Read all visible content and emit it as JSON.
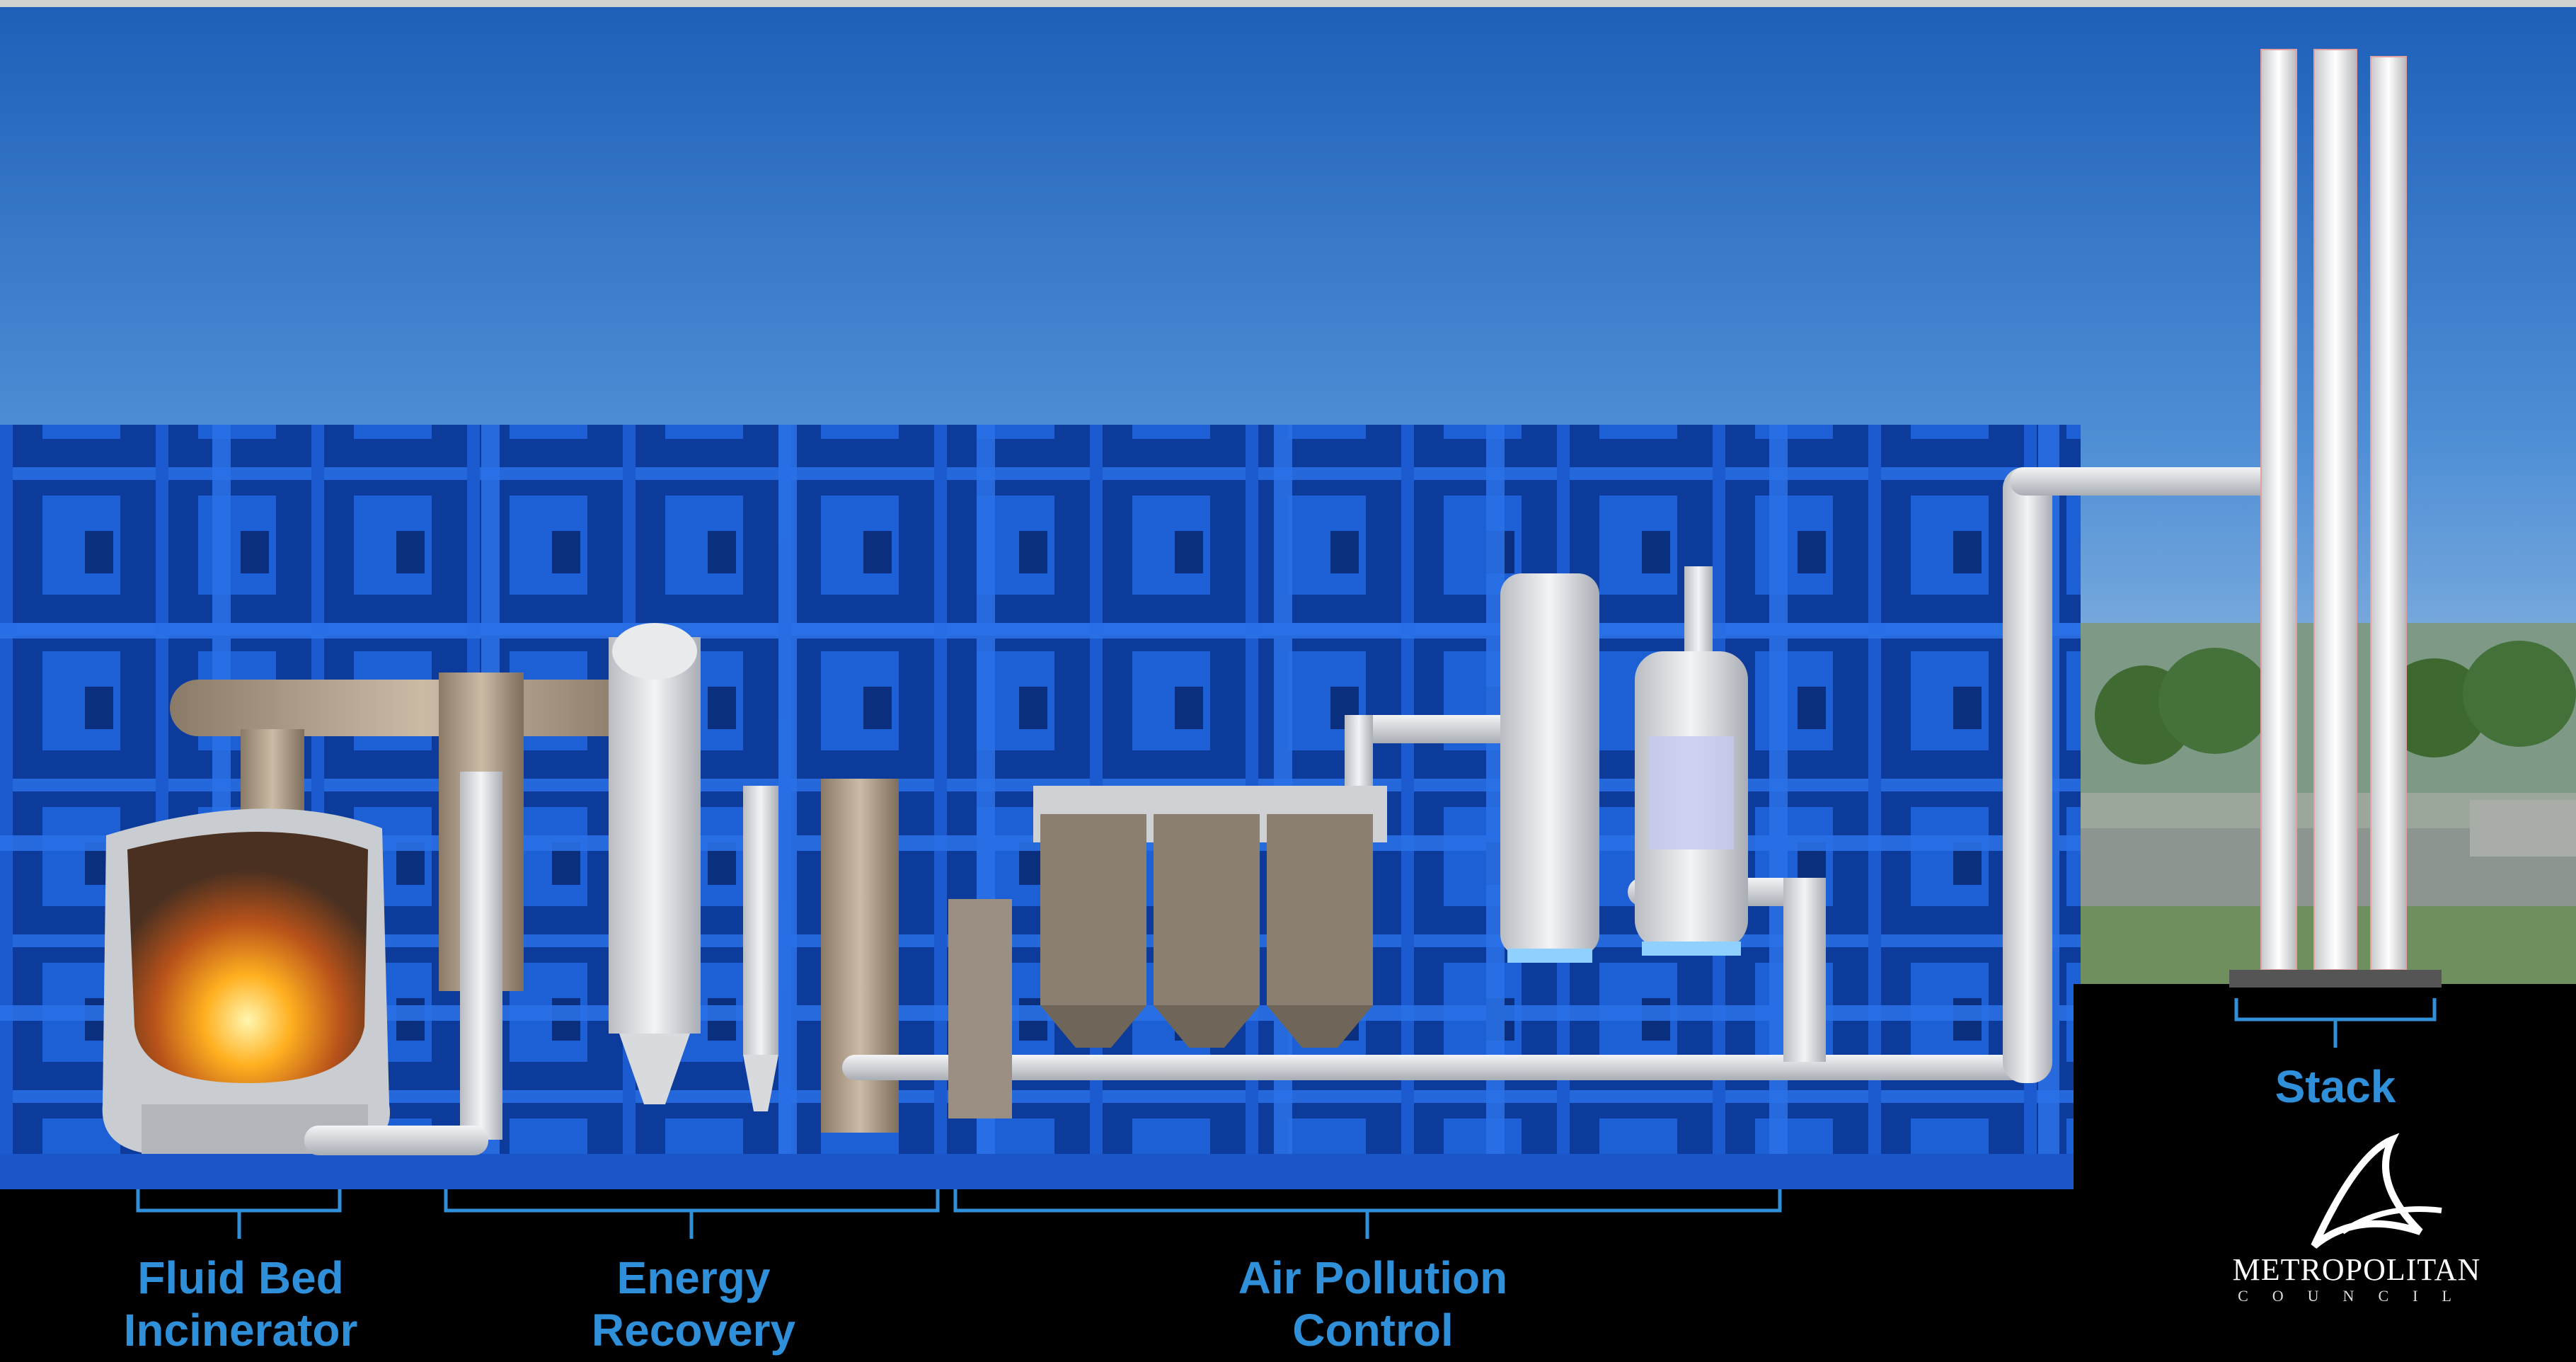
{
  "labels": {
    "fluid_bed": [
      "Fluid Bed",
      "Incinerator"
    ],
    "energy": [
      "Energy",
      "Recovery"
    ],
    "air": [
      "Air Pollution",
      "Control"
    ],
    "stack": "Stack"
  },
  "logo": {
    "name": "METROPOLITAN",
    "sub": "COUNCIL",
    "icon": "metropolitan-council-logo"
  },
  "colors": {
    "sky_top": "#1d5fb8",
    "sky_bottom": "#c8d6e2",
    "structure_blue": "#1e63d6",
    "label_blue": "#2f8fd8",
    "ductwork": "#d9dce0"
  }
}
